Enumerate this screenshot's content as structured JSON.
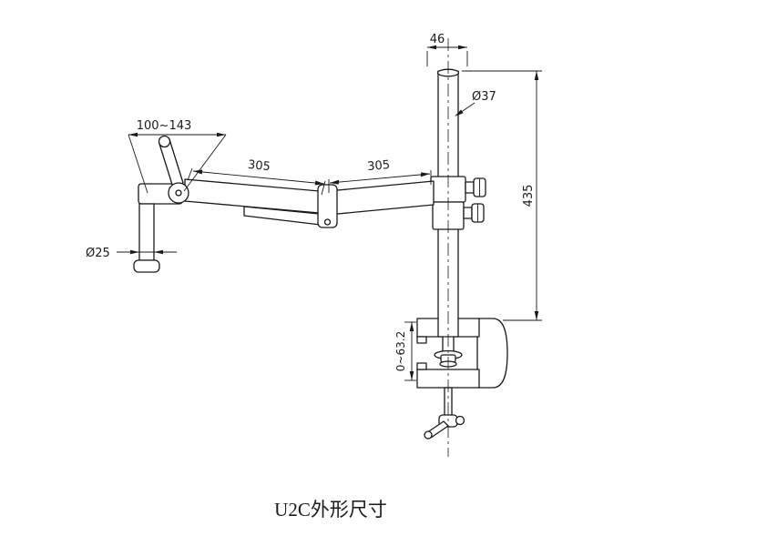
{
  "drawing": {
    "caption": "U2C外形尺寸",
    "dimensions": {
      "top_width": "46",
      "pole_diameter": "Ø37",
      "column_height": "435",
      "arm_segment_left": "305",
      "arm_segment_right": "305",
      "head_range": "100~143",
      "post_diameter": "Ø25",
      "clamp_opening": "0~63.2"
    },
    "colors": {
      "line": "#1a1a1a",
      "background": "#ffffff"
    }
  }
}
